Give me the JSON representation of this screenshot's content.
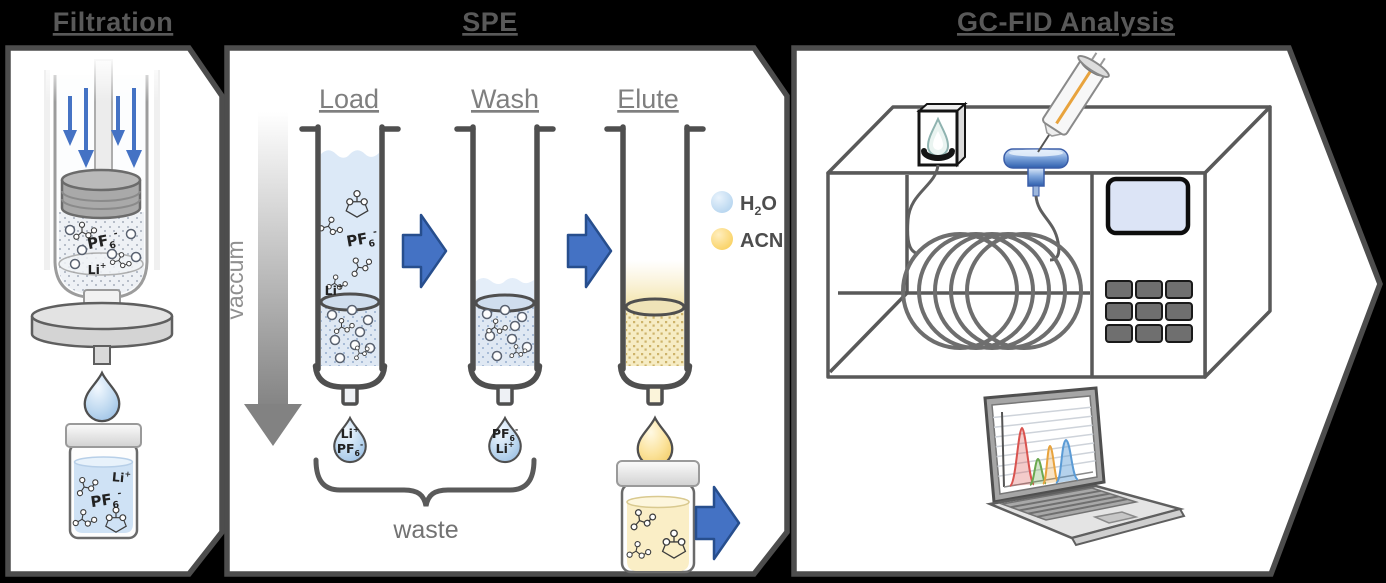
{
  "titles": {
    "filtration": "Filtration",
    "spe": "SPE",
    "gcfid": "GC-FID Analysis"
  },
  "spe": {
    "steps": [
      {
        "label": "Load"
      },
      {
        "label": "Wash"
      },
      {
        "label": "Elute"
      }
    ],
    "vacuum_label": "vaccum",
    "waste_label": "waste",
    "legend": {
      "h2o": {
        "base": "H",
        "sub": "2",
        "tail": "O",
        "swatch_color": "#bdd7ee"
      },
      "acn": {
        "label": "ACN",
        "swatch_color": "#ffd966"
      }
    }
  },
  "ions": {
    "pf6": {
      "base": "PF",
      "sub": "6",
      "sup": "-"
    },
    "li": {
      "base": "Li",
      "sup": "+"
    }
  },
  "colors": {
    "background": "#000000",
    "panel_fill": "#ffffff",
    "panel_border": "#4d4d4d",
    "title_text": "#595959",
    "accent_blue": "#4472c4",
    "block_arrow_border": "#274e8d",
    "liquid_blue": "#dce9f7",
    "liquid_yellow": "#faeec6",
    "vacuum_gray": "#858585"
  },
  "laptop_chromatogram": {
    "type": "area-peaks",
    "peak_colors": [
      "#d9534f",
      "#6aa84f",
      "#e8a33d",
      "#5b9bd5"
    ]
  }
}
